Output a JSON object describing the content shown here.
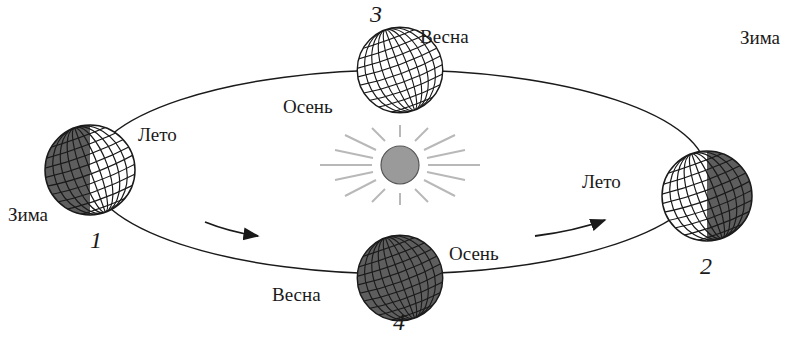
{
  "diagram": {
    "labels": [
      "3",
      "Весна",
      "Зима",
      "Лето",
      "Осень",
      "Лето",
      "Зима",
      "Осень",
      "1",
      "2",
      "Весна",
      "4"
    ]
  }
}
